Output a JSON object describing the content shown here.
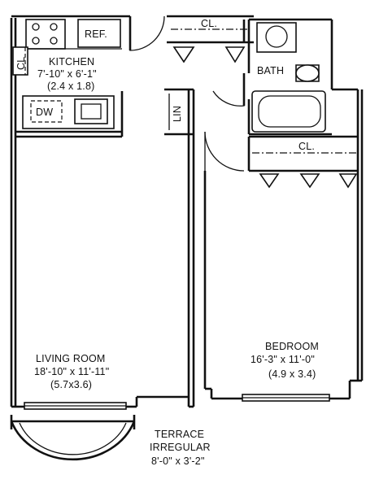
{
  "rooms": {
    "kitchen": {
      "name": "KITCHEN",
      "size_imperial": "7'-10\" x 6'-1\"",
      "size_metric": "(2.4 x 1.8)"
    },
    "living_room": {
      "name": "LIVING ROOM",
      "size_imperial": "18'-10\" x 11'-11\"",
      "size_metric": "(5.7x3.6)"
    },
    "bedroom": {
      "name": "BEDROOM",
      "size_imperial": "16'-3\" x 11'-0\"",
      "size_metric": "(4.9 x 3.4)"
    },
    "bath": {
      "name": "BATH"
    },
    "terrace": {
      "name": "TERRACE",
      "subtitle": "IRREGULAR",
      "size_imperial": "8'-0\" x 3'-2\""
    }
  },
  "fixtures": {
    "ref": "REF.",
    "dw": "DW",
    "lin": "LIN",
    "closet_kitchen": "CL",
    "closet_hall": "CL.",
    "closet_bedroom": "CL."
  }
}
